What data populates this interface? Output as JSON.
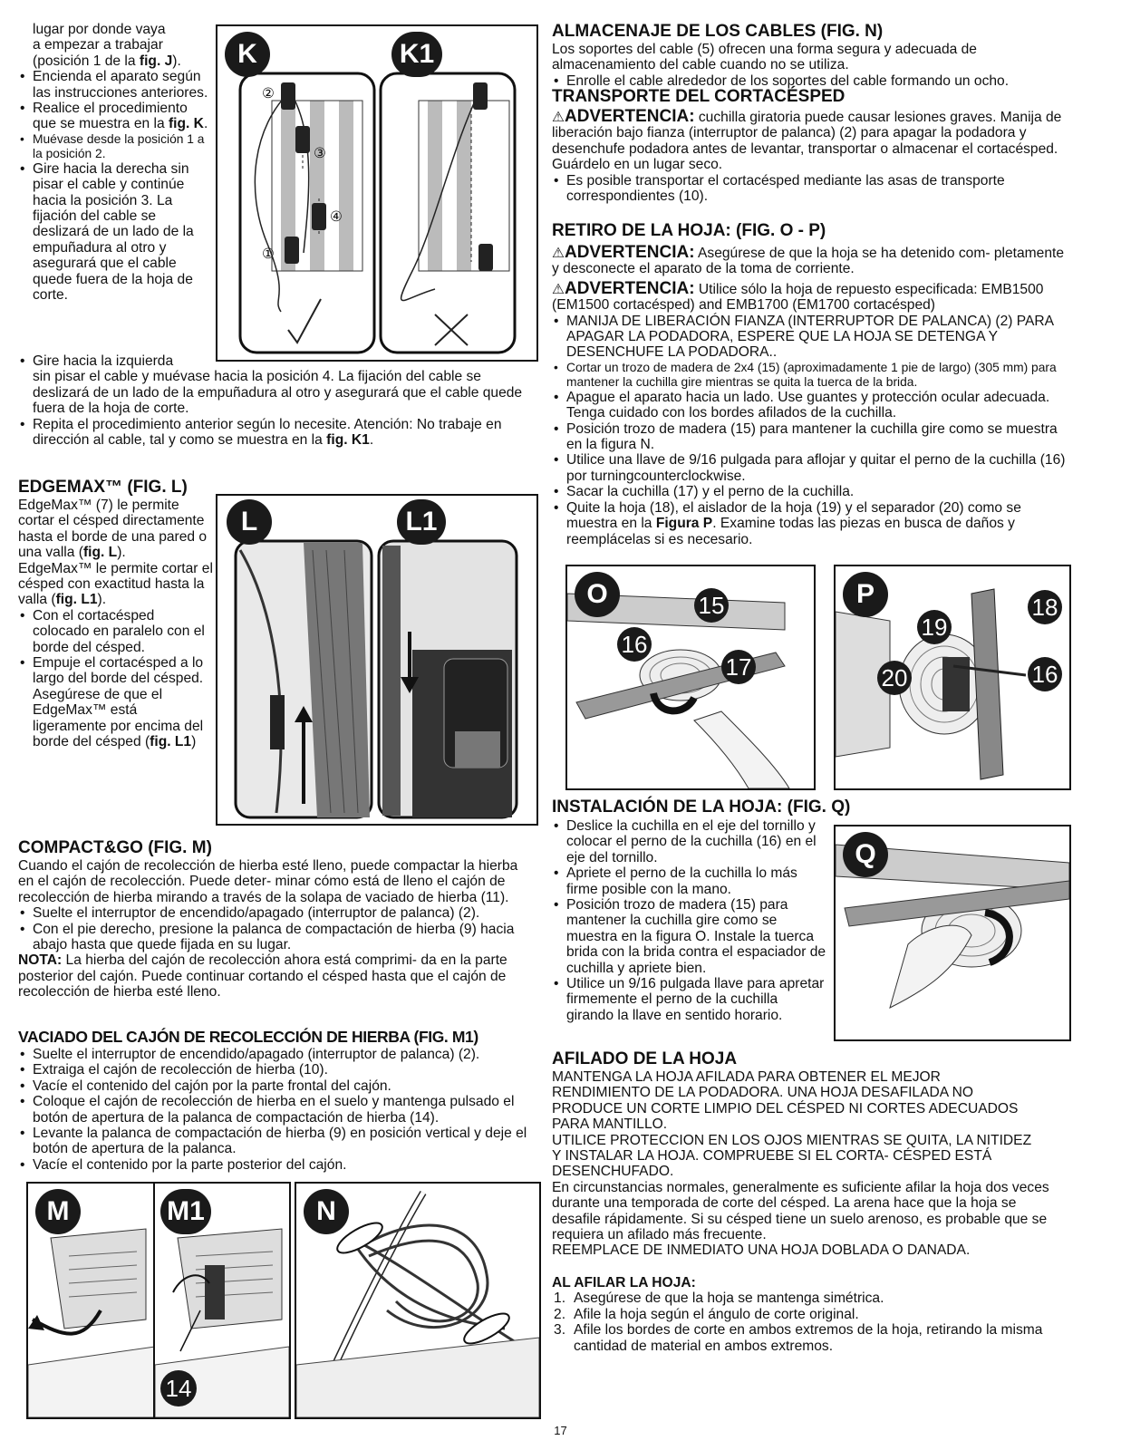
{
  "col1_top": {
    "intro_lines": [
      "lugar por donde vaya",
      "a empezar a trabajar",
      "(posición 1 de la "
    ],
    "intro_ref": "fig. J",
    "intro_tail": ").",
    "bullets_narrow": [
      "Encienda el aparato según las instrucciones anteriores.",
      "Realice el procedimiento que se muestra en la ",
      "Muévase desde la posición 1 a la posición 2.",
      "Gire hacia la derecha sin pisar el cable y continúe hacia la posición 3. La fijación del cable se deslizará de un lado de la empuñadura al otro y asegurará que el cable quede fuera de la hoja de corte."
    ],
    "bullet2_ref": "fig. K",
    "bullet_izquierda_head": "Gire hacia la izquierda",
    "bullet_izquierda_rest": "sin pisar el cable y muévase hacia la posición 4. La fijación del cable se deslizará de un lado de la empuñadura al otro y asegurará que el cable quede fuera de la hoja de corte.",
    "bullet_repita": "Repita el procedimiento anterior según lo necesite. Atención: No trabaje en dirección al cable, tal y como se muestra en la ",
    "bullet_repita_ref": "fig. K1",
    "bullet_repita_tail": "."
  },
  "figK": {
    "label_k": "K",
    "label_k1": "K1",
    "markers": [
      "②",
      "③",
      "④",
      "①"
    ]
  },
  "edgemax": {
    "heading": "EDGEMAX™ (FIG. L)",
    "p1_a": "EdgeMax™ (7) le permite cortar el césped directamente hasta el borde de una pared o una valla (",
    "p1_ref": "fig. L",
    "p1_b": ").",
    "p2_a": "EdgeMax™ le permite cortar el césped con exactitud hasta la valla (",
    "p2_ref": "fig. L1",
    "p2_b": ").",
    "bullets": [
      "Con el cortacésped colocado en paralelo con el borde del césped.",
      "Empuje el cortacésped a lo largo del borde del césped. Asegúrese de que el EdgeMax™ está ligeramente por encima del borde del césped ("
    ],
    "b2_ref": "fig. L1",
    "b2_tail": ")"
  },
  "figL": {
    "label_l": "L",
    "label_l1": "L1"
  },
  "compact": {
    "heading": "COMPACT&GO (FIG. M)",
    "p1": "Cuando el cajón de recolección de hierba esté lleno, puede compactar la hierba en el cajón de recolección. Puede deter- minar cómo está de lleno el cajón de recolección de hierba mirando a través de la solapa de vaciado de hierba (11).",
    "bullets": [
      "Suelte el interruptor de encendido/apagado (interruptor de palanca) (2).",
      "Con el pie derecho, presione la palanca de compactación de hierba (9) hacia abajo hasta que quede fijada en su lugar."
    ],
    "nota_label": "NOTA:",
    "nota": " La hierba del cajón de recolección ahora está comprimi- da en la parte posterior del cajón. Puede continuar cortando el césped hasta que el cajón de recolección de hierba esté lleno."
  },
  "vaciado": {
    "heading": "VACIADO DEL CAJÓN DE RECOLECCIÓN DE HIERBA (FIG. M1)",
    "bullets": [
      "Suelte el interruptor de encendido/apagado (interruptor de palanca) (2).",
      "Extraiga el cajón de recolección de hierba (10).",
      "Vacíe el contenido del cajón por la parte frontal del cajón.",
      "Coloque el cajón de recolección de hierba en el suelo y mantenga pulsado el botón de apertura de la palanca de compactación de hierba (14).",
      "Levante la palanca de compactación de hierba (9) en posición vertical y deje el botón de apertura de la palanca.",
      "Vacíe el contenido por la parte posterior del cajón."
    ]
  },
  "figM": {
    "label_m": "M",
    "label_m1": "M1",
    "callout": "14",
    "label_n": "N"
  },
  "almacenaje": {
    "heading": "ALMACENAJE DE LOS CABLES (FIG. N)",
    "p1": "Los soportes del cable (5) ofrecen una forma segura y adecuada de almacenamiento del cable cuando no se utiliza.",
    "bullet": "Enrolle el cable alrededor de los soportes del cable formando un ocho."
  },
  "transporte": {
    "heading": "TRANSPORTE DEL CORTACÉSPED",
    "warn_label": "ADVERTENCIA:",
    "warn_text": " cuchilla giratoria puede causar lesiones graves. Manija de liberación bajo fianza (interruptor de palanca) (2) para apagar la podadora y desenchufe podadora antes de levantar, transportar o almacenar el cortacésped. Guárdelo en un lugar seco.",
    "bullet": "Es posible transportar el cortacésped mediante las asas de transporte correspondientes (10)."
  },
  "retiro": {
    "heading": "RETIRO DE LA HOJA: (FIG. O - P)",
    "warn1_label": "ADVERTENCIA:",
    "warn1_text": " Asegúrese de que la hoja se ha detenido com- pletamente y desconecte el aparato de la toma de corriente.",
    "warn2_label": "ADVERTENCIA:",
    "warn2_text": " Utilice sólo la hoja de repuesto especificada: EMB1500 (EM1500 cortacésped) and EMB1700 (EM1700 cortacésped)",
    "bullets": [
      "MANIJA DE LIBERACIÓN FIANZA (INTERRUPTOR DE PALANCA) (2) PARA APAGAR LA PODADORA, ESPERE QUE LA HOJA SE DETENGA Y DESENCHUFE LA PODADORA..",
      "Cortar un trozo de madera de 2x4 (15) (aproximadamente 1 pie de largo) (305 mm) para mantener la cuchilla gire mientras se quita la tuerca de la brida.",
      "Apague el aparato hacia un lado. Use guantes y protección ocular adecuada. Tenga cuidado con los bordes afilados de la cuchilla.",
      "Posición trozo de madera (15) para mantener la cuchilla gire como se muestra en la figura N.",
      "Utilice una llave de 9/16 pulgada para aflojar y quitar el perno de la cuchilla (16) por turningcounterclockwise.",
      "Sacar la cuchilla (17) y el perno de la cuchilla."
    ],
    "last_a": "Quite la hoja (18), el aislador de la hoja (19) y el separador (20) como se muestra en la ",
    "last_ref": "Figura P",
    "last_b": ". Examine todas las piezas en busca de daños y reemplácelas si es necesario."
  },
  "figO": {
    "label": "O",
    "c15": "15",
    "c16": "16",
    "c17": "17"
  },
  "figP": {
    "label": "P",
    "c18": "18",
    "c19": "19",
    "c20": "20",
    "c16": "16"
  },
  "instalacion": {
    "heading": "INSTALACIÓN DE LA HOJA: (FIG. Q)",
    "bullets": [
      "Deslice la cuchilla en el eje del tornillo y colocar el perno de la cuchilla (16) en el eje del tornillo.",
      "Apriete el perno de la cuchilla lo más firme posible con la mano.",
      "Posición trozo de madera (15) para mantener la cuchilla gire como se muestra en la figura O. Instale la tuerca brida con la brida contra el espaciador de cuchilla y apriete bien.",
      "Utilice un 9/16 pulgada llave para apretar firmemente el perno de la cuchilla girando la llave en sentido horario."
    ]
  },
  "figQ": {
    "label": "Q"
  },
  "afilado": {
    "heading": "AFILADO DE LA HOJA",
    "caps1": "MANTENGA LA HOJA AFILADA PARA OBTENER EL MEJOR RENDIMIENTO DE LA PODADORA. UNA HOJA DESAFILADA NO PRODUCE UN CORTE LIMPIO DEL CÉSPED NI CORTES ADECUADOS PARA MANTILLO.",
    "caps2": "UTILICE PROTECCION EN LOS OJOS MIENTRAS SE QUITA, LA NITIDEZ Y INSTALAR LA HOJA. COMPRUEBE SI EL CORTA- CÉSPED ESTÁ DESENCHUFADO.",
    "p1": "En circunstancias normales, generalmente es suficiente afilar la hoja dos veces durante una temporada de corte del césped. La arena hace que la hoja se desafile rápidamente. Si su césped tiene un suelo arenoso, es probable que se requiera un afilado más frecuente.",
    "caps3": "REEMPLACE DE INMEDIATO UNA HOJA DOBLADA O DANADA.",
    "sub": "AL AFILAR LA HOJA:",
    "steps": [
      "Asegúrese de que la hoja se mantenga simétrica.",
      "Afile la hoja según el ángulo de corte original.",
      "Afile los bordes de corte en ambos extremos de la hoja, retirando la misma cantidad de material en ambos extremos."
    ]
  },
  "page_number": "17"
}
